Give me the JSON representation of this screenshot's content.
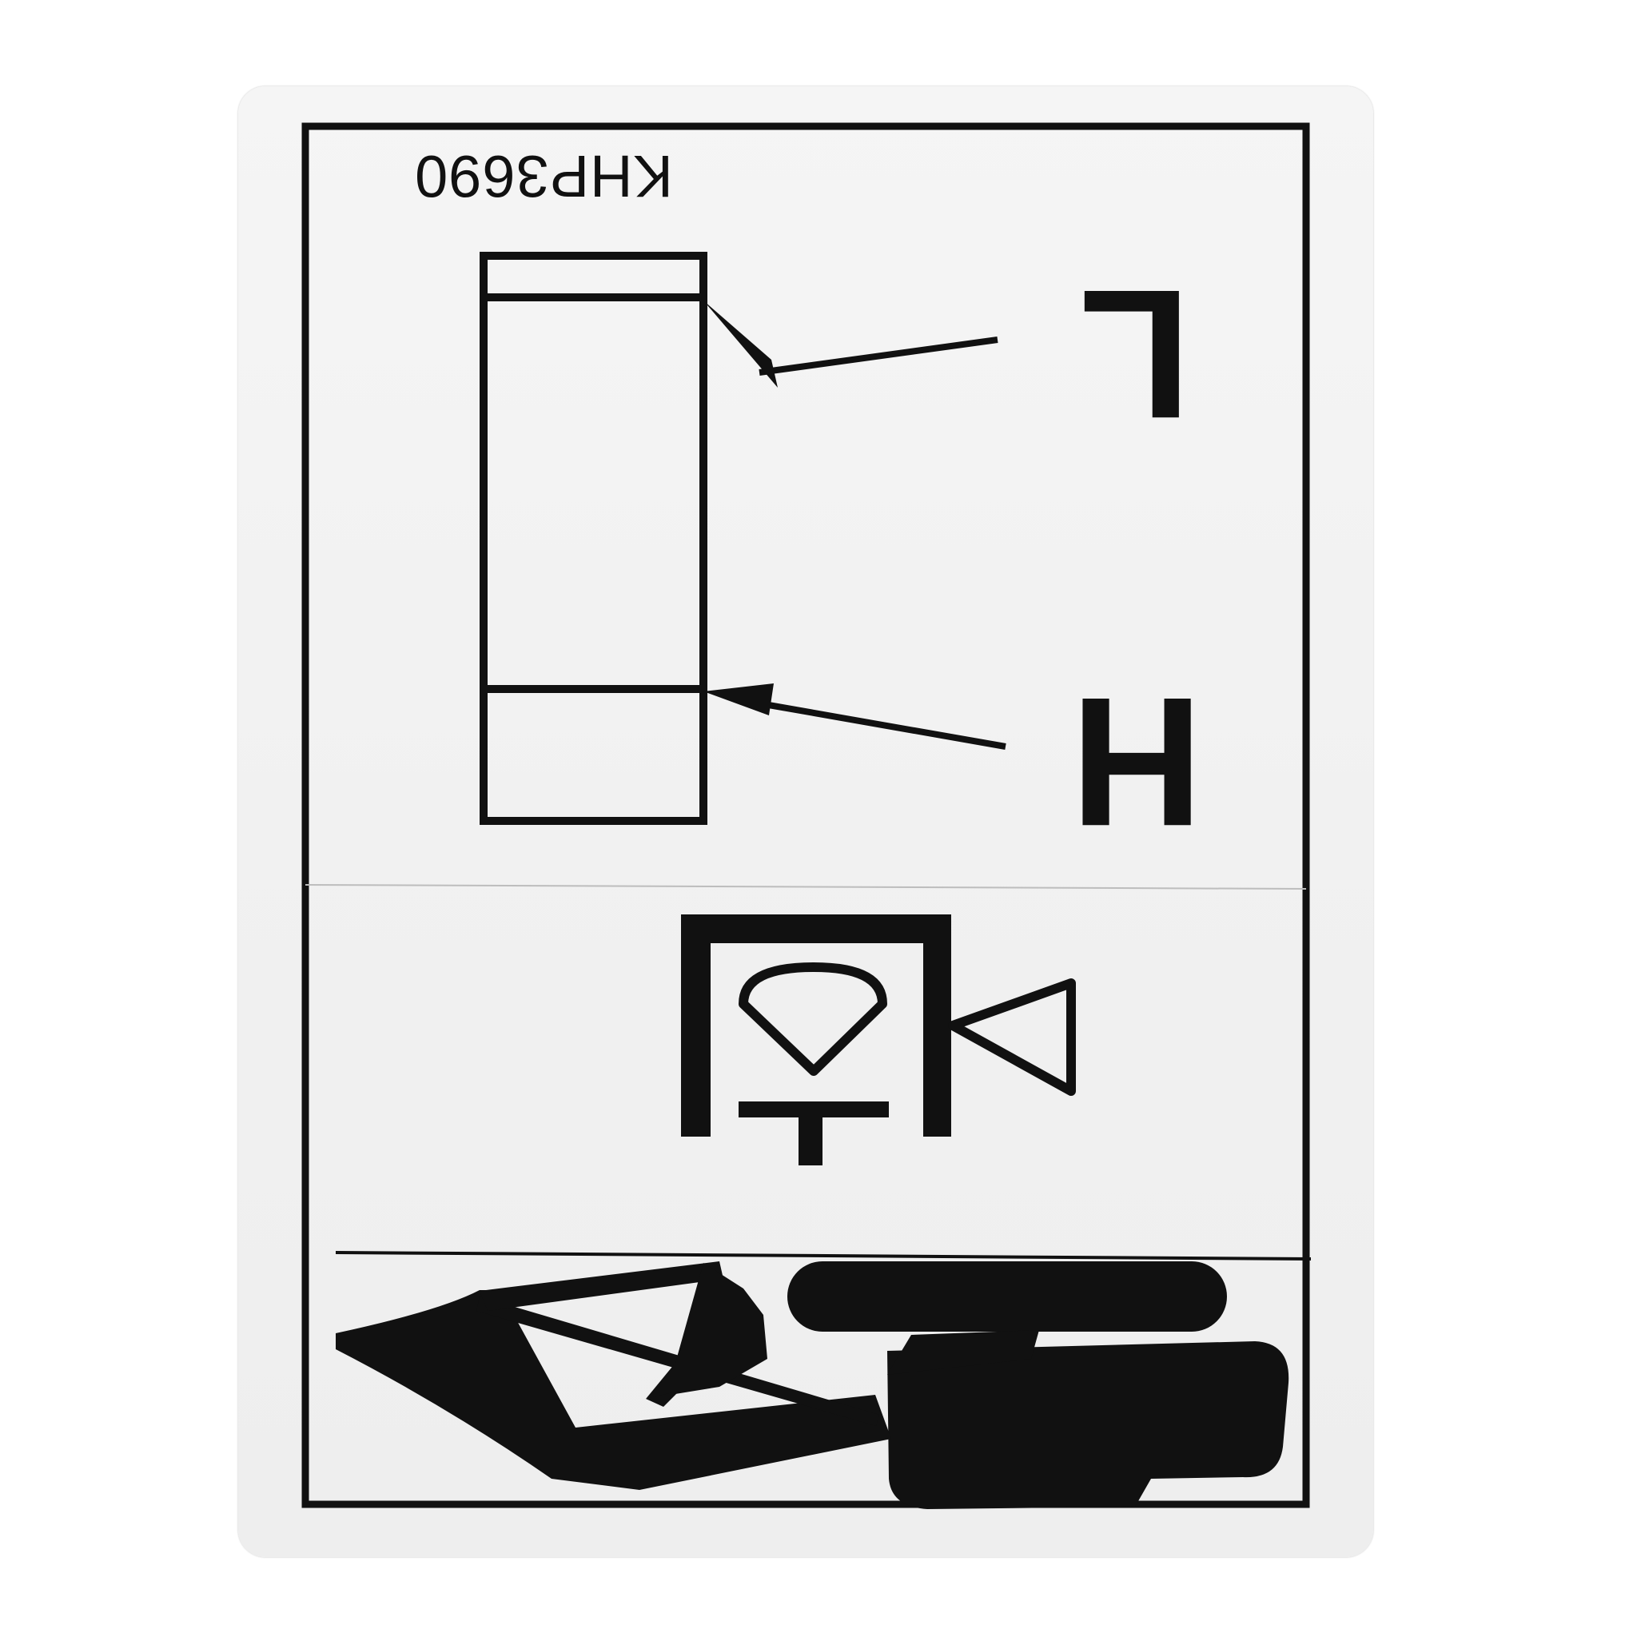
{
  "label": {
    "part_number": "KHP3690",
    "level_mark_upper": "L",
    "level_mark_lower": "H"
  },
  "icons": {
    "gauge": "sight-gauge-icon",
    "arrow_upper": "arrow-to-gauge-line-icon",
    "arrow_lower": "arrow-to-gauge-line-icon",
    "tank_symbol": "hydraulic-oil-level-check-icon",
    "machine": "excavator-posture-icon"
  },
  "colors": {
    "ink": "#111111",
    "card": "#f3f3f3",
    "background": "#ffffff"
  }
}
